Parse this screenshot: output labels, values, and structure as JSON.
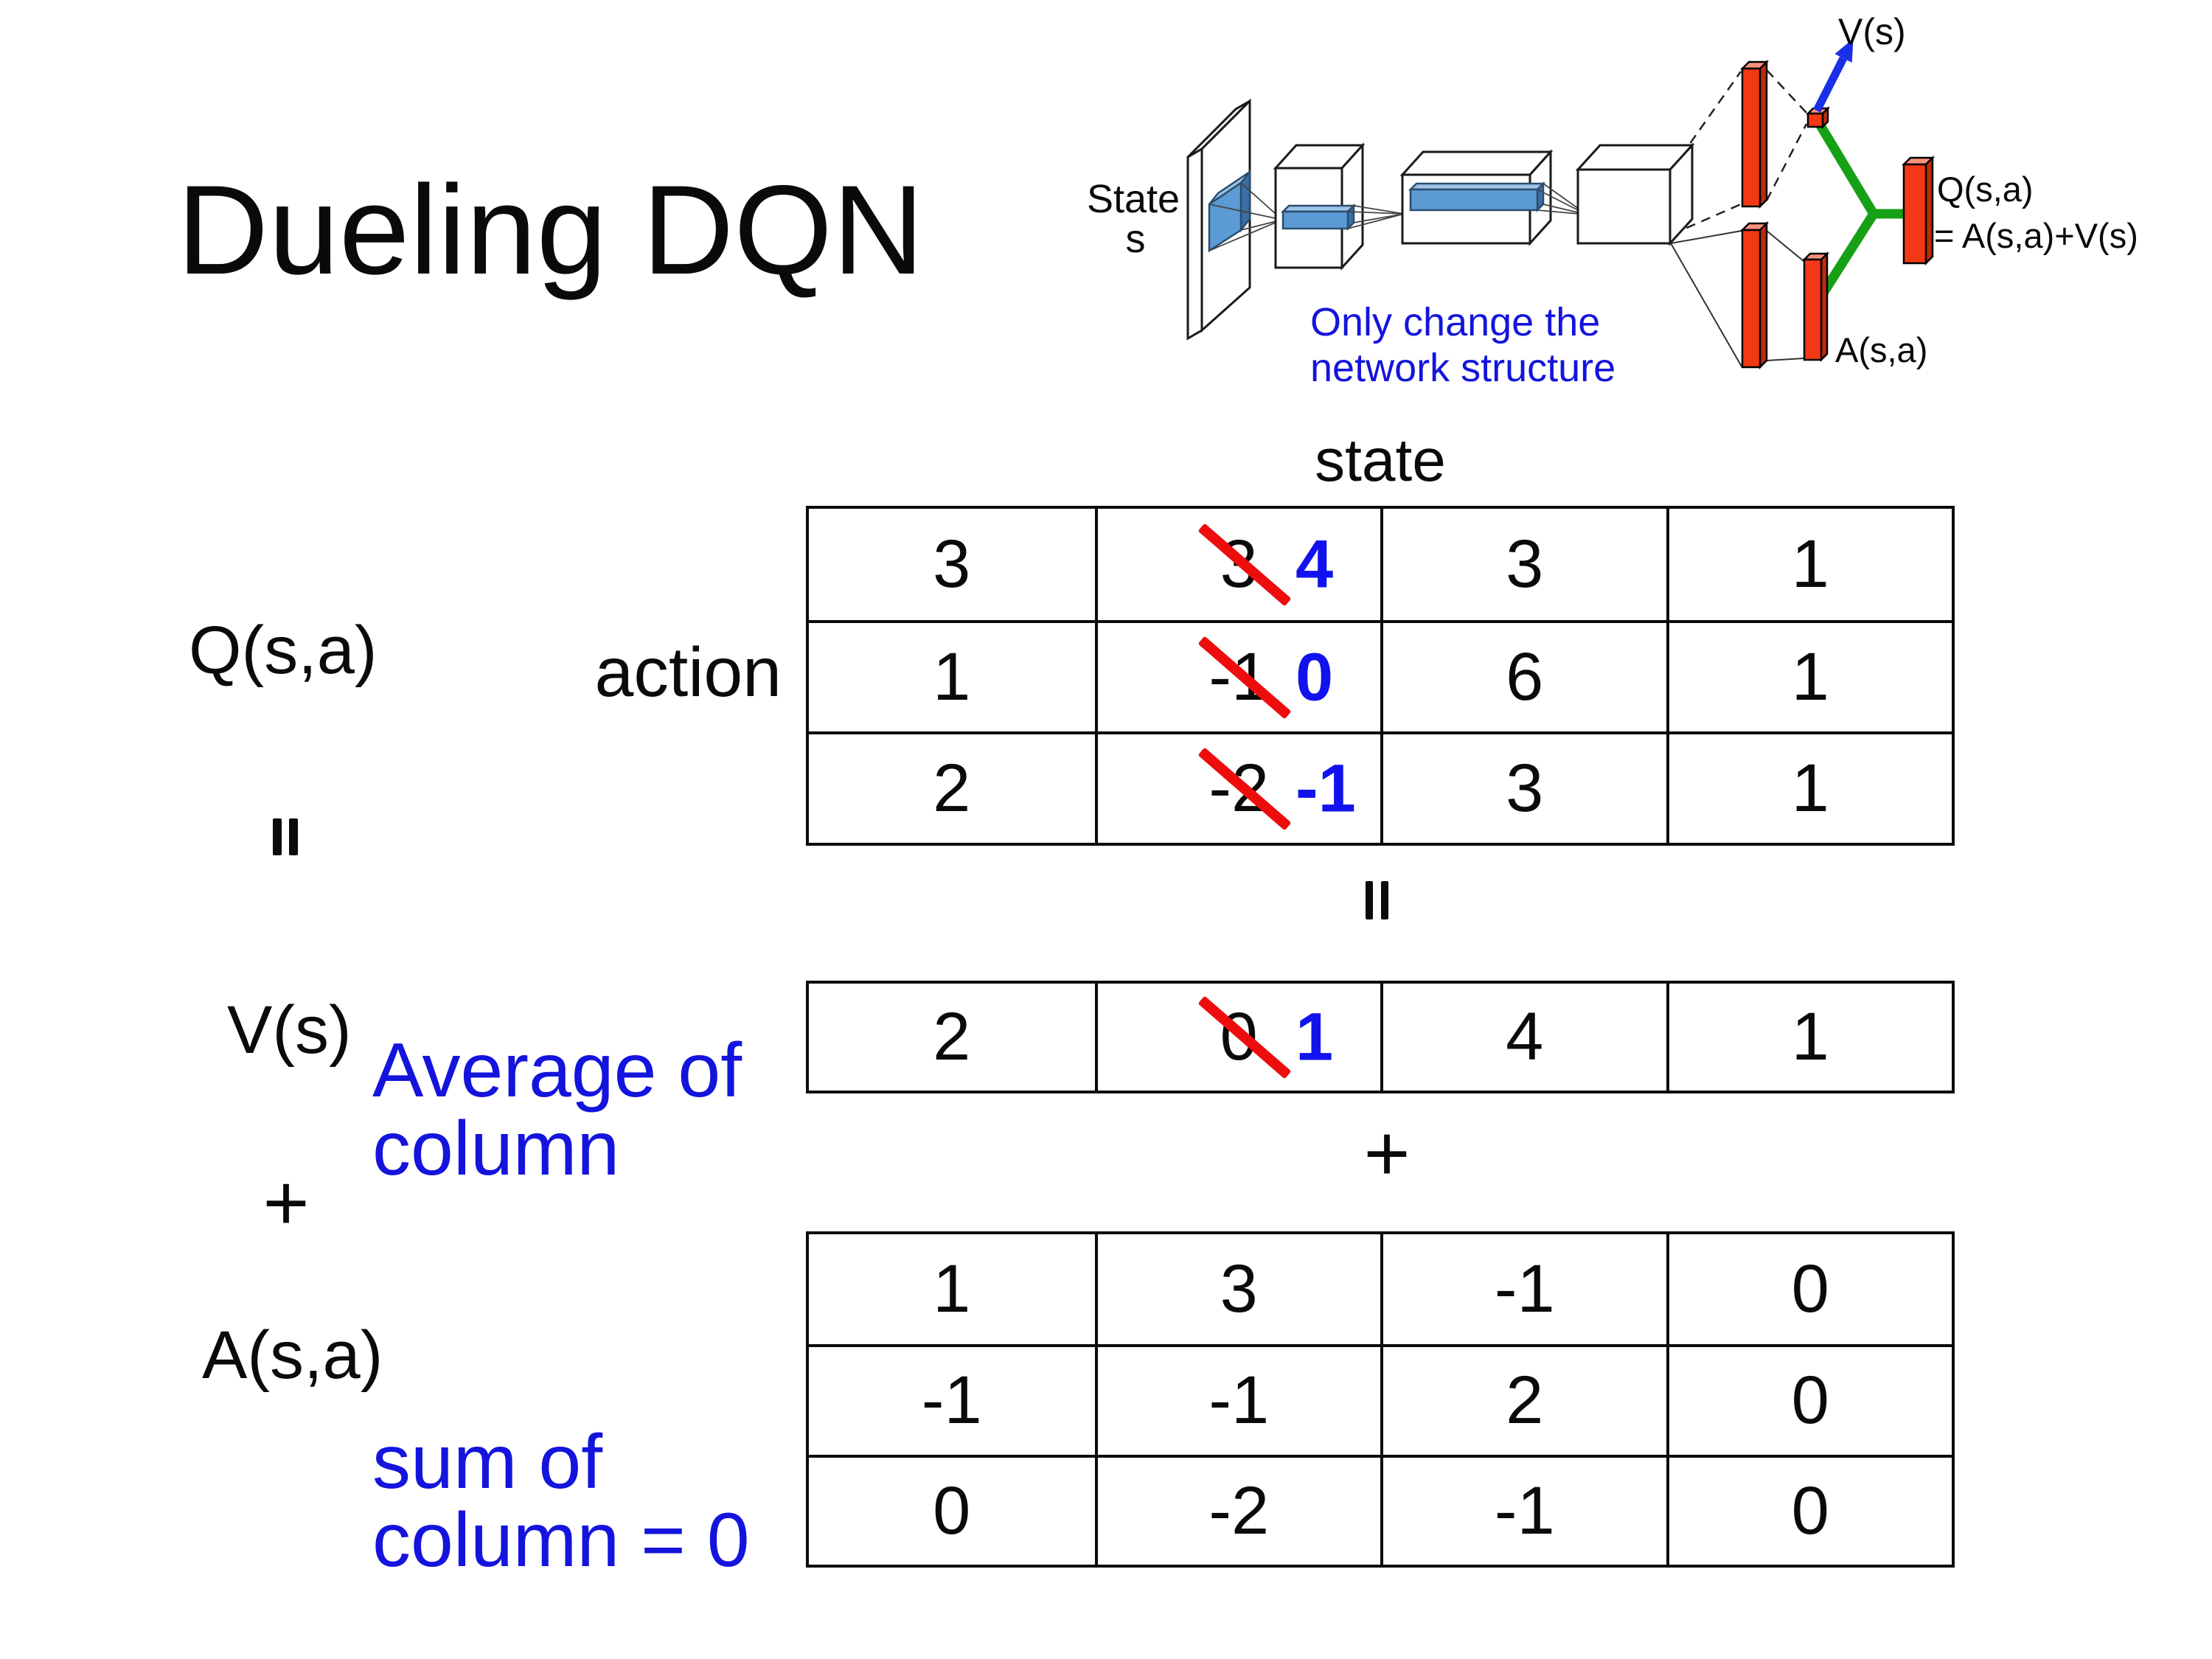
{
  "title": "Dueling DQN",
  "diagram": {
    "state_line1": "State",
    "state_line2": "s",
    "note_line1": "Only change the",
    "note_line2": "network structure",
    "v_out_label": "V(s)",
    "q_out_label_line1": "Q(s,a)",
    "q_out_label_line2": "= A(s,a)+V(s)",
    "a_out_label": "A(s,a)"
  },
  "labels": {
    "q_term": "Q(s,a)",
    "v_term": "V(s)",
    "a_term": "A(s,a)",
    "plus_left": "+",
    "plus_mid": "+",
    "state_header": "state",
    "action_header": "action",
    "avg_note": "Average of\ncolumn",
    "sum_note": "sum of\ncolumn = 0"
  },
  "q_table": {
    "r1c1": "3",
    "r1c2_old": "3",
    "r1c2_new": "4",
    "r1c3": "3",
    "r1c4": "1",
    "r2c1": "1",
    "r2c2_old": "-1",
    "r2c2_new": "0",
    "r2c3": "6",
    "r2c4": "1",
    "r3c1": "2",
    "r3c2_old": "-2",
    "r3c2_new": "-1",
    "r3c3": "3",
    "r3c4": "1"
  },
  "v_row": {
    "c1": "2",
    "c2_old": "0",
    "c2_new": "1",
    "c3": "4",
    "c4": "1"
  },
  "a_table": {
    "r1c1": "1",
    "r1c2": "3",
    "r1c3": "-1",
    "r1c4": "0",
    "r2c1": "-1",
    "r2c2": "-1",
    "r2c3": "2",
    "r2c4": "0",
    "r3c1": "0",
    "r3c2": "-2",
    "r3c3": "-1",
    "r3c4": "0"
  },
  "colors": {
    "text_black": "#0a0a0a",
    "accent_blue": "#1414dd",
    "number_blue": "#1212ee",
    "strike_red": "#ee0d0d",
    "bar_red": "#f23814",
    "green": "#16a016",
    "filter_blue": "#5b9bd5",
    "arrow_blue": "#1a2fe8"
  }
}
